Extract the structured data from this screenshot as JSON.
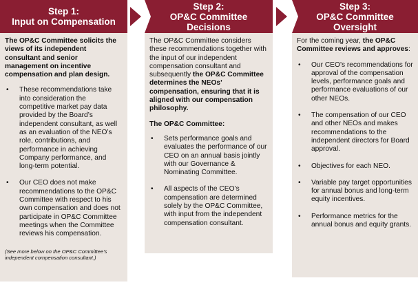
{
  "step1": {
    "title_line1": "Step 1:",
    "title_line2": "Input on Compensation",
    "intro": "The OP&C Committee solicits the views of its independent consultant and senior management on incentive compensation and plan design.",
    "bullets": [
      "These recommendations take into consideration the competitive market pay data provided by the Board’s independent consultant, as well as an evaluation of the NEO’s role, contributions, and performance in achieving Company performance, and long-term potential.",
      "Our CEO does not make recommendations to the OP&C Committee with respect to his own compensation and does not participate in OP&C Committee meetings when the Committee reviews his compensation."
    ],
    "note": "(See more below on the OP&C Committee’s independent compensation consultant.)"
  },
  "step2": {
    "title_line1": "Step 2:",
    "title_line2": "OP&C Committee",
    "title_line3": "Decisions",
    "intro_normal": "The OP&C Committee considers these recommendations together with the input of our independent compensation consultant and subsequently ",
    "intro_bold": "the OP&C Committee determines the NEOs’ compensation, ensuring that it is aligned with our compensation philosophy.",
    "subheading": "The OP&C Committee:",
    "bullets": [
      "Sets performance goals and evaluates the performance of our CEO on an annual basis jointly with our Governance & Nominating Committee.",
      "All aspects of the CEO’s compensation are determined solely by the OP&C Committee, with input from the independent compensation consultant."
    ]
  },
  "step3": {
    "title_line1": "Step 3:",
    "title_line2": "OP&C Committee",
    "title_line3": "Oversight",
    "intro_normal": "For the coming year, ",
    "intro_bold": "the OP&C Committee reviews and approves",
    "intro_tail": ":",
    "bullets": [
      "Our CEO’s recommendations for approval of the compensation levels, performance goals and performance evaluations of our other NEOs.",
      "The compensation of our CEO and other NEOs and makes recommendations to the independent directors for Board approval.",
      "Objectives for each NEO.",
      "Variable pay target opportunities for annual bonus and long-term equity incentives.",
      "Performance metrics for the annual bonus and equity grants."
    ]
  },
  "bullet_glyph": "•",
  "colors": {
    "banner": "#8a1e32",
    "panel": "#ebe5e0"
  }
}
